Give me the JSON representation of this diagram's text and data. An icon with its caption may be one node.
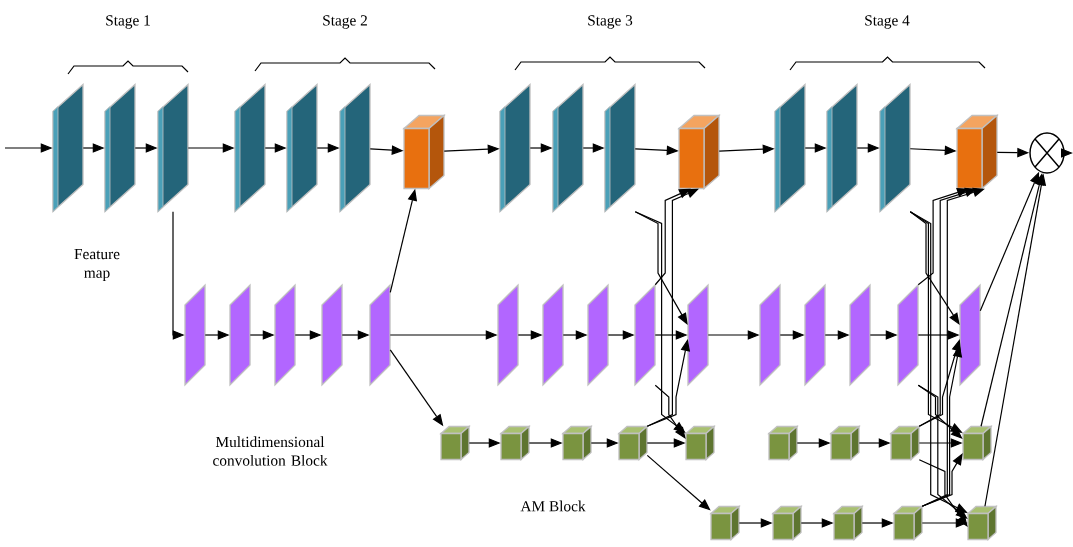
{
  "diagram": {
    "nodes": [
      {
        "text": [],
        "shape": "parallelogram"
      },
      {
        "text": [],
        "shape": "parallelogram"
      },
      {
        "text": [],
        "shape": "parallelogram"
      },
      {
        "text": [],
        "shape": "parallelogram"
      },
      {
        "text": [],
        "shape": "parallelogram"
      },
      {
        "text": [],
        "shape": "parallelogram"
      },
      {
        "text": [],
        "shape": "cube"
      },
      {
        "text": [],
        "shape": "parallelogram"
      },
      {
        "text": [],
        "shape": "parallelogram"
      },
      {
        "text": [],
        "shape": "parallelogram"
      },
      {
        "text": [],
        "shape": "cube"
      },
      {
        "text": [],
        "shape": "parallelogram"
      },
      {
        "text": [],
        "shape": "parallelogram"
      },
      {
        "text": [],
        "shape": "parallelogram"
      },
      {
        "text": [],
        "shape": "cube"
      },
      {
        "text": [],
        "shape": "circle"
      },
      {
        "text": [],
        "shape": "parallelogram"
      },
      {
        "text": [],
        "shape": "parallelogram"
      },
      {
        "text": [],
        "shape": "parallelogram"
      },
      {
        "text": [],
        "shape": "parallelogram"
      },
      {
        "text": [],
        "shape": "parallelogram"
      },
      {
        "text": [],
        "shape": "parallelogram"
      },
      {
        "text": [],
        "shape": "parallelogram"
      },
      {
        "text": [],
        "shape": "parallelogram"
      },
      {
        "text": [],
        "shape": "parallelogram"
      },
      {
        "text": [],
        "shape": "parallelogram"
      },
      {
        "text": [],
        "shape": "parallelogram"
      },
      {
        "text": [],
        "shape": "parallelogram"
      },
      {
        "text": [],
        "shape": "parallelogram"
      },
      {
        "text": [],
        "shape": "parallelogram"
      },
      {
        "text": [],
        "shape": "parallelogram"
      },
      {
        "text": [],
        "shape": "cube"
      },
      {
        "text": [],
        "shape": "cube"
      },
      {
        "text": [],
        "shape": "cube"
      },
      {
        "text": [],
        "shape": "cube"
      },
      {
        "text": [],
        "shape": "cube"
      },
      {
        "text": [],
        "shape": "cube"
      },
      {
        "text": [],
        "shape": "cube"
      },
      {
        "text": [],
        "shape": "cube"
      },
      {
        "text": [],
        "shape": "cube"
      },
      {
        "text": [],
        "shape": "cube"
      },
      {
        "text": [],
        "shape": "cube"
      },
      {
        "text": [],
        "shape": "cube"
      },
      {
        "text": [],
        "shape": "cube"
      },
      {
        "text": [],
        "shape": "cube"
      }
    ],
    "edges": [
      {
        "from": null,
        "to": 0,
        "arrow": "to"
      },
      {
        "from": 0,
        "to": 1,
        "arrow": "to"
      },
      {
        "from": 1,
        "to": 2,
        "arrow": "to"
      },
      {
        "from": 2,
        "to": 3,
        "arrow": "to"
      },
      {
        "from": 3,
        "to": 4,
        "arrow": "to"
      },
      {
        "from": 4,
        "to": 5,
        "arrow": "to"
      },
      {
        "from": 5,
        "to": 6,
        "arrow": "to"
      },
      {
        "from": 6,
        "to": 7,
        "arrow": "to"
      },
      {
        "from": 7,
        "to": 8,
        "arrow": "to"
      },
      {
        "from": 8,
        "to": 9,
        "arrow": "to"
      },
      {
        "from": 9,
        "to": 10,
        "arrow": "to"
      },
      {
        "from": 10,
        "to": 11,
        "arrow": "to"
      },
      {
        "from": 11,
        "to": 12,
        "arrow": "to"
      },
      {
        "from": 12,
        "to": 13,
        "arrow": "to"
      },
      {
        "from": 13,
        "to": 14,
        "arrow": "to"
      },
      {
        "from": 14,
        "to": 15,
        "arrow": "to"
      },
      {
        "from": 15,
        "to": null,
        "arrow": "to"
      },
      {
        "from": 2,
        "to": 16,
        "arrow": "to"
      },
      {
        "from": 16,
        "to": 17,
        "arrow": "to"
      },
      {
        "from": 17,
        "to": 18,
        "arrow": "to"
      },
      {
        "from": 18,
        "to": 19,
        "arrow": "to"
      },
      {
        "from": 19,
        "to": 20,
        "arrow": "to"
      },
      {
        "from": 20,
        "to": 6,
        "arrow": "to"
      },
      {
        "from": 20,
        "to": 21,
        "arrow": "to"
      },
      {
        "from": 20,
        "to": 31,
        "arrow": "to"
      },
      {
        "from": 21,
        "to": 22,
        "arrow": "to"
      },
      {
        "from": 22,
        "to": 23,
        "arrow": "to"
      },
      {
        "from": 23,
        "to": 24,
        "arrow": "to"
      },
      {
        "from": 24,
        "to": 25,
        "arrow": "to"
      },
      {
        "from": 25,
        "to": 26,
        "arrow": "to"
      },
      {
        "from": 26,
        "to": 27,
        "arrow": "to"
      },
      {
        "from": 27,
        "to": 28,
        "arrow": "to"
      },
      {
        "from": 28,
        "to": 29,
        "arrow": "to"
      },
      {
        "from": 29,
        "to": 30,
        "arrow": "to"
      },
      {
        "from": 31,
        "to": 32,
        "arrow": "to"
      },
      {
        "from": 32,
        "to": 33,
        "arrow": "to"
      },
      {
        "from": 33,
        "to": 34,
        "arrow": "to"
      },
      {
        "from": 34,
        "to": 35,
        "arrow": "to"
      },
      {
        "from": 34,
        "to": 40,
        "arrow": "to"
      },
      {
        "from": 36,
        "to": 37,
        "arrow": "to"
      },
      {
        "from": 37,
        "to": 38,
        "arrow": "to"
      },
      {
        "from": 38,
        "to": 39,
        "arrow": "to"
      },
      {
        "from": 40,
        "to": 41,
        "arrow": "to"
      },
      {
        "from": 41,
        "to": 42,
        "arrow": "to"
      },
      {
        "from": 42,
        "to": 43,
        "arrow": "to"
      },
      {
        "from": 43,
        "to": 44,
        "arrow": "to"
      },
      {
        "from": 9,
        "to": 25,
        "arrow": "to"
      },
      {
        "from": 9,
        "to": 35,
        "arrow": "to"
      },
      {
        "from": 24,
        "to": 10,
        "arrow": "to"
      },
      {
        "from": 24,
        "to": 35,
        "arrow": "to"
      },
      {
        "from": 34,
        "to": 10,
        "arrow": "to"
      },
      {
        "from": 34,
        "to": 25,
        "arrow": "to"
      },
      {
        "from": 13,
        "to": 30,
        "arrow": "to"
      },
      {
        "from": 13,
        "to": 39,
        "arrow": "to"
      },
      {
        "from": 13,
        "to": 44,
        "arrow": "to"
      },
      {
        "from": 29,
        "to": 14,
        "arrow": "to"
      },
      {
        "from": 29,
        "to": 39,
        "arrow": "to"
      },
      {
        "from": 29,
        "to": 44,
        "arrow": "to"
      },
      {
        "from": 38,
        "to": 14,
        "arrow": "to"
      },
      {
        "from": 38,
        "to": 30,
        "arrow": "to"
      },
      {
        "from": 38,
        "to": 44,
        "arrow": "to"
      },
      {
        "from": 43,
        "to": 14,
        "arrow": "to"
      },
      {
        "from": 43,
        "to": 30,
        "arrow": "to"
      },
      {
        "from": 43,
        "to": 39,
        "arrow": "to"
      },
      {
        "from": 30,
        "to": 15,
        "arrow": "to"
      },
      {
        "from": 39,
        "to": 15,
        "arrow": "to"
      },
      {
        "from": 44,
        "to": 15,
        "arrow": "to"
      }
    ],
    "labels": [
      "Stage 1",
      "Stage 2",
      "Stage 3",
      "Stage 4",
      "Feature map",
      "Multidimensional convolution Block",
      "AM Block"
    ]
  }
}
